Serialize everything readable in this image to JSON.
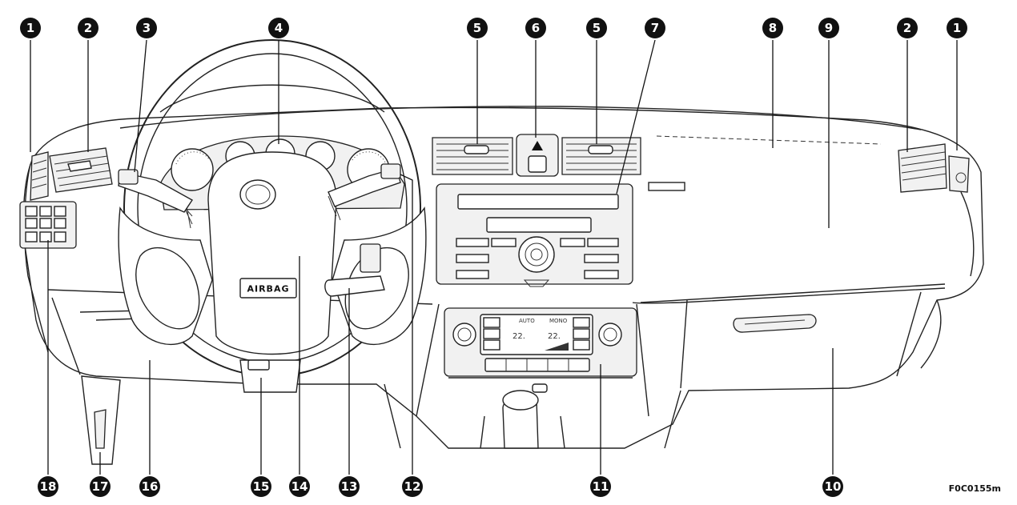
{
  "figure_code": "F0C0155m",
  "airbag_label": "AIRBAG",
  "callouts_top": [
    "1",
    "2",
    "3",
    "4",
    "5",
    "6",
    "5",
    "7",
    "8",
    "9",
    "2",
    "1"
  ],
  "callouts_bottom": [
    "18",
    "17",
    "16",
    "15",
    "14",
    "13",
    "12",
    "11",
    "10"
  ],
  "climate_display": {
    "mode_left": "AUTO",
    "mode_right": "MONO",
    "temp_left": "22.",
    "temp_right": "22."
  },
  "colors": {
    "line": "#222222",
    "callout": "#111111",
    "panel_fill": "#f1f1f1"
  }
}
